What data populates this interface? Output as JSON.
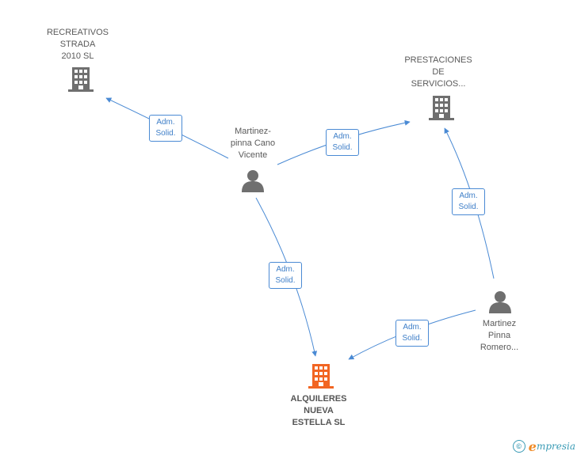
{
  "nodes": {
    "recreativos": {
      "lines": [
        "RECREATIVOS",
        "STRADA",
        "2010 SL"
      ],
      "type": "company"
    },
    "prestaciones": {
      "lines": [
        "PRESTACIONES",
        "DE",
        "SERVICIOS..."
      ],
      "type": "company"
    },
    "martinez_cano": {
      "lines": [
        "Martinez-",
        "pinna Cano",
        "Vicente"
      ],
      "type": "person"
    },
    "martinez_romero": {
      "lines": [
        "Martinez",
        "Pinna",
        "Romero..."
      ],
      "type": "person"
    },
    "alquileres": {
      "lines": [
        "ALQUILERES",
        "NUEVA",
        "ESTELLA SL"
      ],
      "type": "company",
      "highlighted": true
    }
  },
  "edges": [
    {
      "from": "martinez_cano",
      "to": "recreativos",
      "label": [
        "Adm.",
        "Solid."
      ]
    },
    {
      "from": "martinez_cano",
      "to": "prestaciones",
      "label": [
        "Adm.",
        "Solid."
      ]
    },
    {
      "from": "martinez_cano",
      "to": "alquileres",
      "label": [
        "Adm.",
        "Solid."
      ]
    },
    {
      "from": "martinez_romero",
      "to": "prestaciones",
      "label": [
        "Adm.",
        "Solid."
      ]
    },
    {
      "from": "martinez_romero",
      "to": "alquileres",
      "label": [
        "Adm.",
        "Solid."
      ]
    }
  ],
  "colors": {
    "edge": "#4a8ad4",
    "company": "#6f6f6f",
    "highlight": "#f26522",
    "person": "#6f6f6f"
  },
  "footer": {
    "copyright_symbol": "©",
    "brand_initial": "e",
    "brand_rest": "mpresia"
  }
}
